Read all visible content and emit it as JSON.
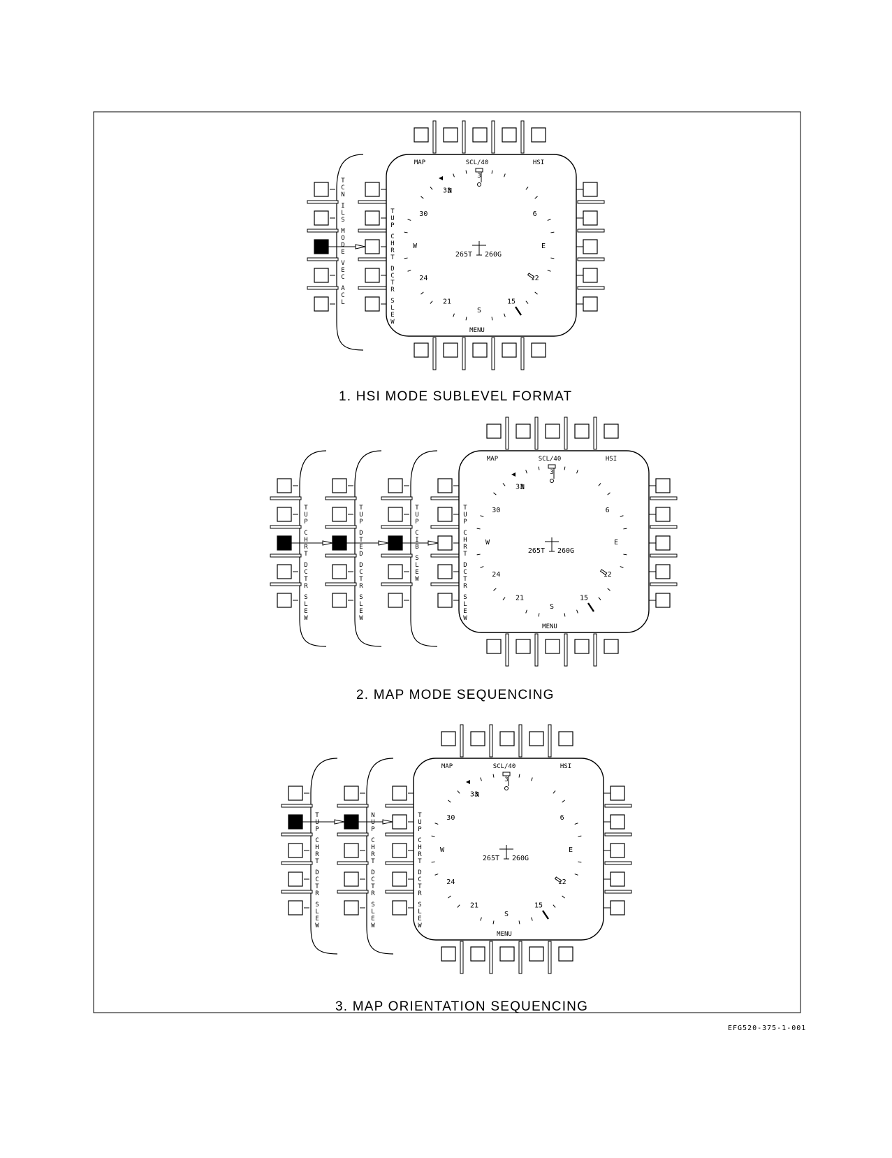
{
  "document_id": "EFG520-375-1-001",
  "colors": {
    "ink": "#000000",
    "paper": "#ffffff"
  },
  "common": {
    "top_left": "MAP",
    "top_center": "SCL/40",
    "top_right": "HSI",
    "bottom_center": "MENU",
    "heading_readout": "265T",
    "ground_readout": "260G",
    "range_digit": "3",
    "compass_labels": [
      "N",
      "6",
      "E",
      "12",
      "15",
      "S",
      "21",
      "24",
      "W",
      "30",
      "33"
    ]
  },
  "figures": [
    {
      "caption": "1.  HSI MODE SUBLEVEL FORMAT",
      "layers": [
        {
          "labels": [
            "TCN",
            "ILS",
            "MODE",
            "VEC",
            "ACL"
          ],
          "selected_row": 2
        }
      ],
      "main_labels": [
        "TUP",
        "CHRT",
        "DCTR",
        "SLEW"
      ]
    },
    {
      "caption": "2.  MAP MODE SEQUENCING",
      "layers": [
        {
          "labels": [
            "TUP",
            "CHRT",
            "DCTR",
            "SLEW"
          ],
          "selected_row": 2
        },
        {
          "labels": [
            "TUP",
            "DTED",
            "DCTR",
            "SLEW"
          ],
          "selected_row": 2
        },
        {
          "labels": [
            "TUP",
            "CIB",
            "SLEW"
          ],
          "selected_row": 2
        }
      ],
      "main_labels": [
        "TUP",
        "CHRT",
        "DCTR",
        "SLEW"
      ]
    },
    {
      "caption": "3. MAP ORIENTATION SEQUENCING",
      "layers": [
        {
          "labels": [
            "TUP",
            "CHRT",
            "DCTR",
            "SLEW"
          ],
          "selected_row": 1
        },
        {
          "labels": [
            "NUP",
            "CHRT",
            "DCTR",
            "SLEW"
          ],
          "selected_row": 1
        }
      ],
      "main_labels": [
        "TUP",
        "CHRT",
        "DCTR",
        "SLEW"
      ]
    }
  ]
}
